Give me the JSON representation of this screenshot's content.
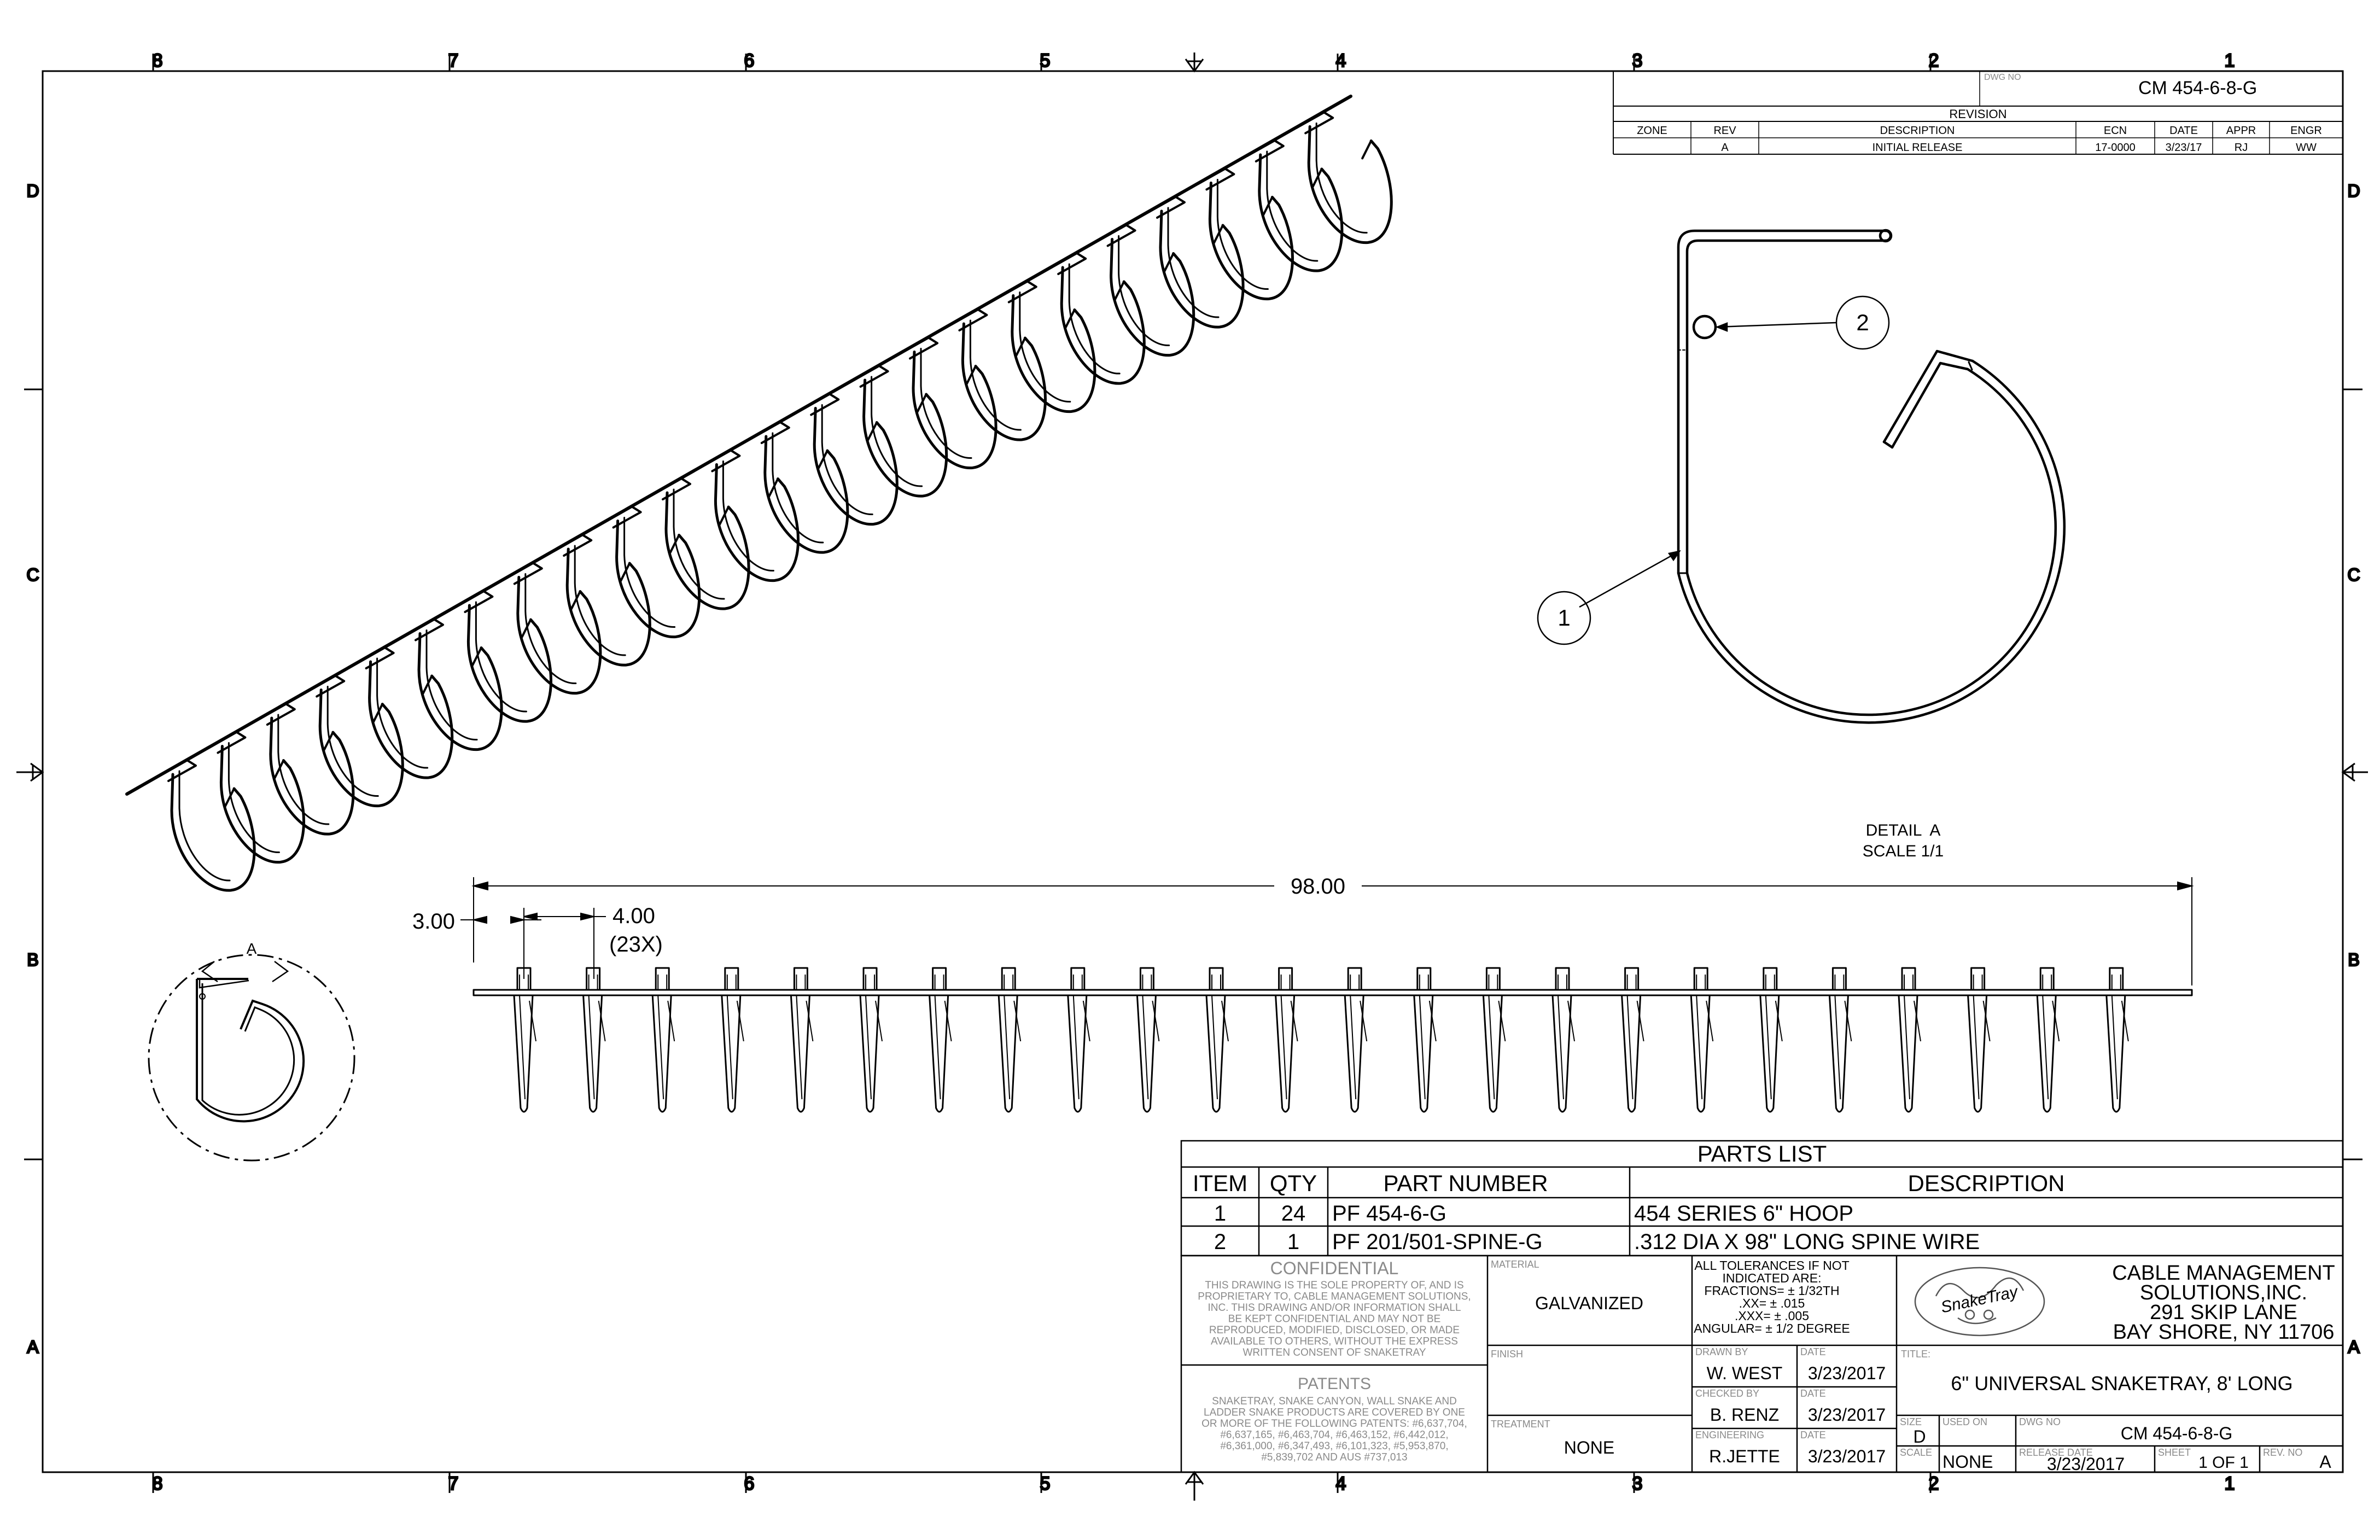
{
  "drawing_number": "CM 454-6-8-G",
  "dwg_no_label": "DWG NO",
  "revision_block": {
    "title": "REVISION",
    "headers": [
      "ZONE",
      "REV",
      "DESCRIPTION",
      "ECN",
      "DATE",
      "APPR",
      "ENGR"
    ],
    "row": [
      "",
      "A",
      "INITIAL RELEASE",
      "17-0000",
      "3/23/17",
      "RJ",
      "WW"
    ]
  },
  "zones": {
    "columns": [
      "8",
      "7",
      "6",
      "5",
      "4",
      "3",
      "2",
      "1"
    ],
    "rows": [
      "D",
      "C",
      "B",
      "A"
    ]
  },
  "detail": {
    "label": "DETAIL  A",
    "scale": "SCALE 1/1",
    "balloon_1": "1",
    "balloon_2": "2",
    "view_label": "A"
  },
  "dimensions": {
    "overall": "98.00",
    "start": "3.00",
    "pitch": "4.00",
    "count": "(23X)"
  },
  "parts_list": {
    "title": "PARTS LIST",
    "headers": [
      "ITEM",
      "QTY",
      "PART NUMBER",
      "DESCRIPTION"
    ],
    "rows": [
      [
        "1",
        "24",
        "PF 454-6-G",
        "454 SERIES 6\" HOOP"
      ],
      [
        "2",
        "1",
        "PF 201/501-SPINE-G",
        ".312 DIA X 98\" LONG SPINE WIRE"
      ]
    ]
  },
  "title_block": {
    "confidential_title": "CONFIDENTIAL",
    "confidential_text": [
      "THIS DRAWING IS THE SOLE PROPERTY OF, AND IS",
      "PROPRIETARY TO, CABLE MANAGEMENT SOLUTIONS,",
      "INC. THIS DRAWING AND/OR INFORMATION SHALL",
      "BE KEPT CONFIDENTIAL AND MAY NOT BE",
      "REPRODUCED, MODIFIED, DISCLOSED, OR MADE",
      "AVAILABLE TO OTHERS, WITHOUT THE EXPRESS",
      "WRITTEN CONSENT OF SNAKETRAY"
    ],
    "patents_title": "PATENTS",
    "patents_text": [
      "SNAKETRAY, SNAKE CANYON, WALL SNAKE AND",
      "LADDER SNAKE PRODUCTS ARE COVERED BY ONE",
      "OR MORE OF THE FOLLOWING PATENTS: #6,637,704,",
      "#6,637,165, #6,463,704, #6,463,152, #6,442,012,",
      "#6,361,000, #6,347,493, #6,101,323, #5,953,870,",
      "#5,839,702 AND AUS #737,013"
    ],
    "material_label": "MATERIAL",
    "material": "GALVANIZED",
    "finish_label": "FINISH",
    "finish": "",
    "treatment_label": "TREATMENT",
    "treatment": "NONE",
    "tolerances": [
      "ALL TOLERANCES IF NOT",
      "INDICATED ARE:",
      "FRACTIONS= ± 1/32TH",
      ".XX= ± .015",
      ".XXX= ± .005",
      "ANGULAR= ± 1/2 DEGREE"
    ],
    "drawn_by_label": "DRAWN BY",
    "drawn_by": "W. WEST",
    "checked_by_label": "CHECKED BY",
    "checked_by": "B. RENZ",
    "engineering_label": "ENGINEERING",
    "engineering": "R.JETTE",
    "date_label": "DATE",
    "date_drawn": "3/23/2017",
    "date_checked": "3/23/2017",
    "date_engineering": "3/23/2017",
    "logo_text": "SnakeTray",
    "company": [
      "CABLE MANAGEMENT",
      "SOLUTIONS,INC.",
      "291 SKIP LANE",
      "BAY SHORE, NY 11706"
    ],
    "title_label": "TITLE:",
    "title": "6\" UNIVERSAL SNAKETRAY, 8' LONG",
    "size_label": "SIZE",
    "size": "D",
    "used_on_label": "USED ON",
    "dwg_no_label": "DWG NO",
    "dwg_no": "CM 454-6-8-G",
    "scale_label": "SCALE",
    "scale": "NONE",
    "release_label": "RELEASE DATE",
    "release_date": "3/23/2017",
    "sheet_label": "SHEET",
    "sheet": "1 OF 1",
    "rev_label": "REV. NO",
    "rev": "A"
  }
}
